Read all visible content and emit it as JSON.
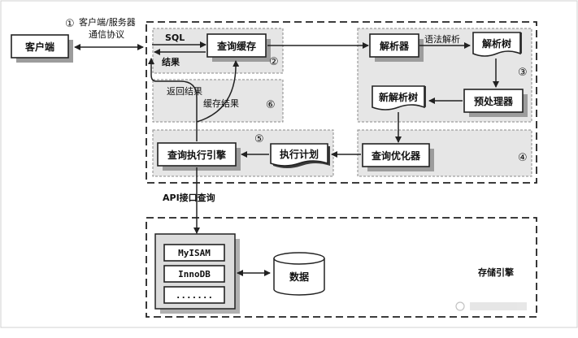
{
  "nodes": {
    "client": "客户端",
    "query_cache": "查询缓存",
    "parser": "解析器",
    "parse_tree": "解析树",
    "preprocessor": "预处理器",
    "new_parse_tree": "新解析树",
    "optimizer": "查询优化器",
    "exec_plan": "执行计划",
    "exec_engine": "查询执行引擎",
    "myisam": "MyISAM",
    "innodb": "InnoDB",
    "more": ".......",
    "data": "数据",
    "storage_engine": "存储引擎"
  },
  "labels": {
    "protocol_line1": "客户端/服务器",
    "protocol_line2": "通信协议",
    "sql": "SQL",
    "result": "结果",
    "syntax_parse": "语法解析",
    "return_result": "返回结果",
    "cache_result": "缓存结果",
    "api_query": "API接口查询"
  },
  "steps": {
    "s1": "①",
    "s2": "②",
    "s3": "③",
    "s4": "④",
    "s5": "⑤",
    "s6": "⑥"
  }
}
